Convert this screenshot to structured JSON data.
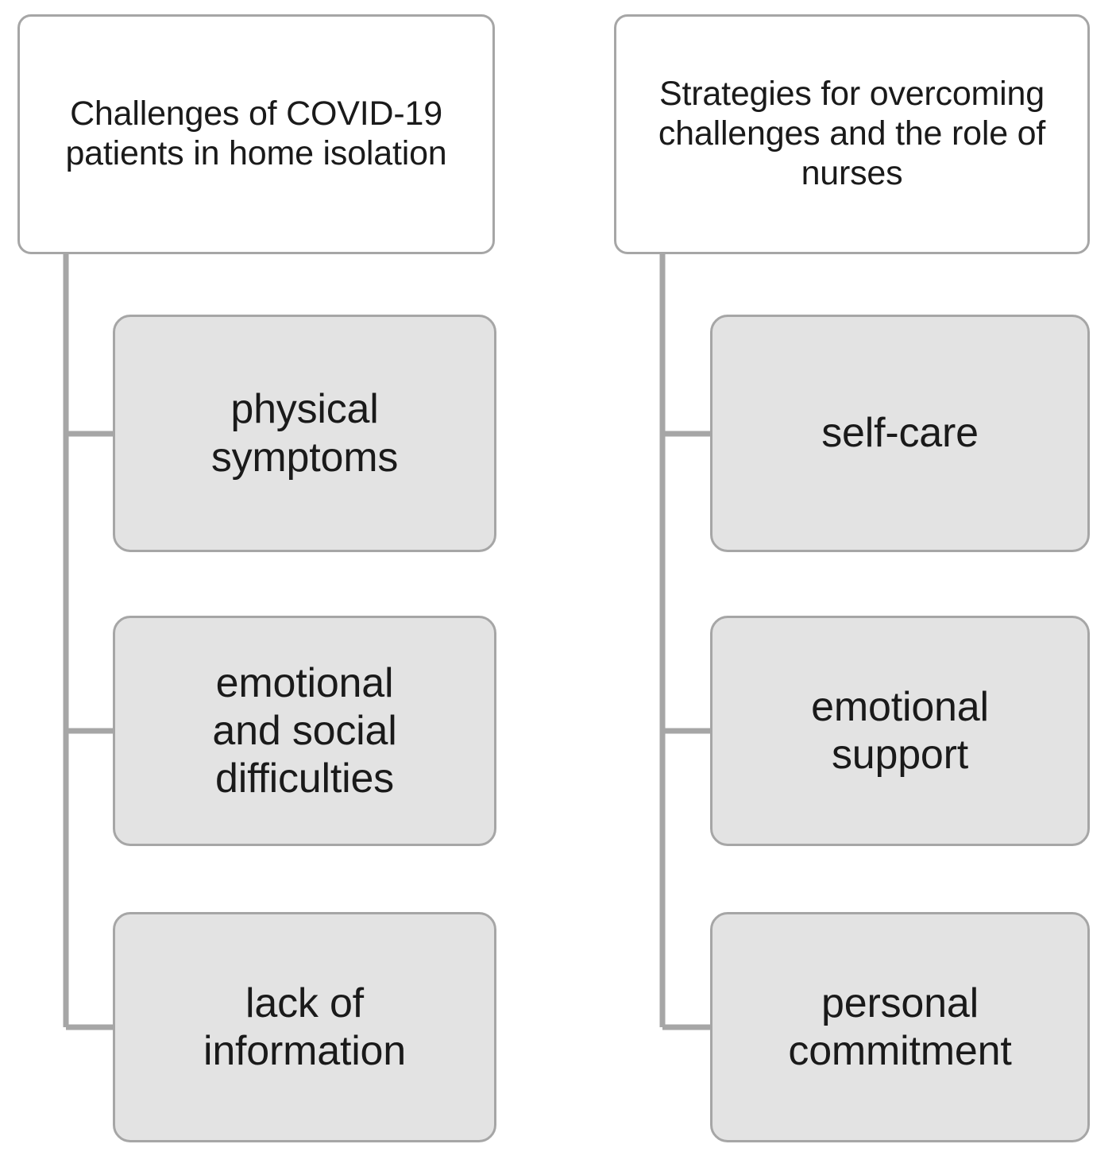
{
  "diagram": {
    "type": "two-column-tree",
    "background_color": "#ffffff",
    "root_box_fill": "#ffffff",
    "child_box_fill": "#e3e3e3",
    "border_color": "#a6a6a6",
    "text_color": "#1a1a1a",
    "columns": [
      {
        "id": "challenges",
        "root": {
          "label": "Challenges of COVID-19 patients in home isolation",
          "line1": "Challenges of COVID-19",
          "line2": "patients in home",
          "line3": "isolation"
        },
        "children": [
          {
            "label": "physical\nsymptoms",
            "line1": "physical",
            "line2": "symptoms"
          },
          {
            "label": "emotional\nand social\ndifficulties",
            "line1": "emotional",
            "line2": "and social",
            "line3": "difficulties"
          },
          {
            "label": "lack of\ninformation",
            "line1": "lack of",
            "line2": "information"
          }
        ]
      },
      {
        "id": "strategies",
        "root": {
          "label": "Strategies for overcoming challenges and the role of nurses",
          "line1": "Strategies for",
          "line2": "overcoming challenges",
          "line3": "and the role of nurses"
        },
        "children": [
          {
            "label": "self-care",
            "line1": "self-care"
          },
          {
            "label": "emotional\nsupport",
            "line1": "emotional",
            "line2": "support"
          },
          {
            "label": "personal\ncommitment",
            "line1": "personal",
            "line2": "commitment"
          }
        ]
      }
    ]
  }
}
